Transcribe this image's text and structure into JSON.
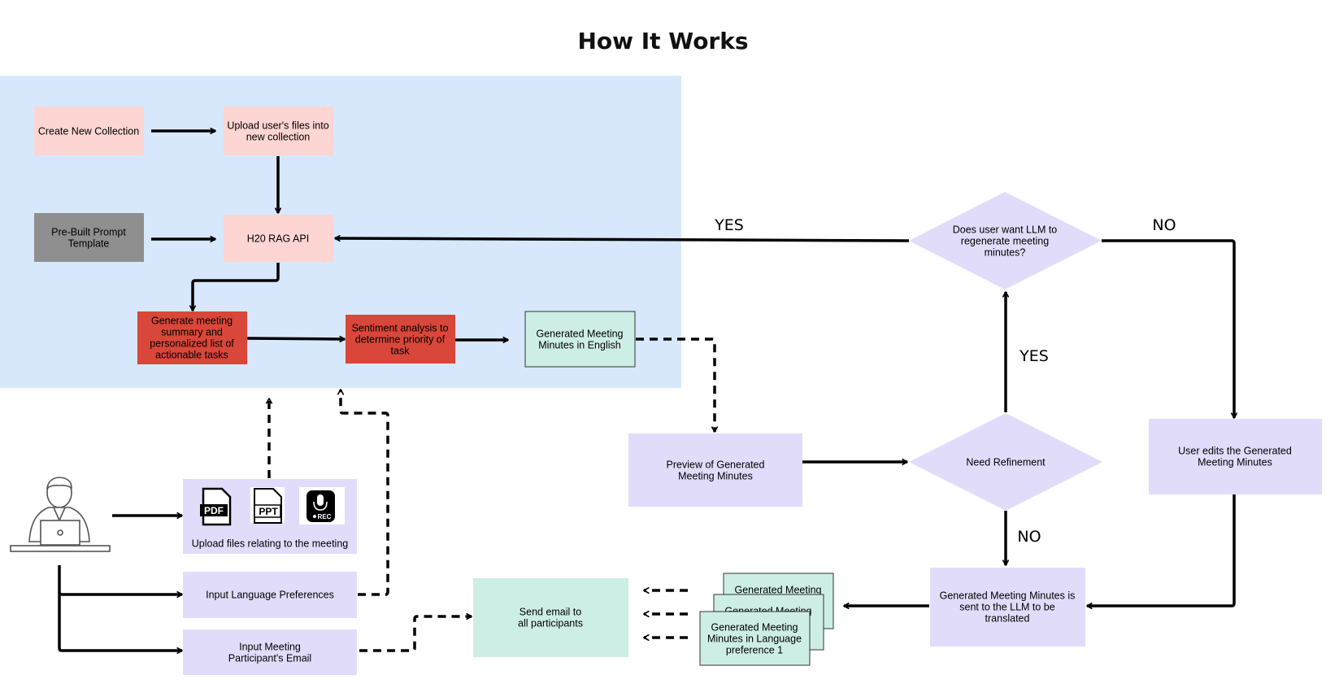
{
  "title": "How It Works",
  "colors": {
    "panel": "#d7e8fc",
    "pink": "#fdd5d2",
    "gray": "#8f8f8f",
    "red": "#d9463a",
    "mint": "#cdeee4",
    "lavender": "#e2dcfb",
    "edge": "#000000"
  },
  "nodes": {
    "create_collection": [
      "Create New Collection"
    ],
    "upload_files": [
      "Upload user's files into",
      "new collection"
    ],
    "prompt_template": [
      "Pre-Built Prompt",
      "Template"
    ],
    "rag_api": [
      "H20 RAG API"
    ],
    "generate_summary": [
      "Generate meeting",
      "summary and",
      "personalized list of",
      "actionable tasks"
    ],
    "sentiment": [
      "Sentiment analysis to",
      "determine priority of",
      "task"
    ],
    "minutes_english": [
      "Generated Meeting",
      "Minutes in English"
    ],
    "upload_meeting_files": [
      "Upload files relating to the meeting"
    ],
    "language_prefs": [
      "Input Language Preferences"
    ],
    "participant_email": [
      "Input Meeting",
      "Participant's Email"
    ],
    "preview": [
      "Preview of Generated",
      "Meeting Minutes"
    ],
    "need_refinement": [
      "Need Refinement"
    ],
    "regenerate_question": [
      "Does user want LLM to",
      "regenerate meeting",
      "minutes?"
    ],
    "user_edits": [
      "User edits the Generated",
      "Meeting Minutes"
    ],
    "sent_to_llm": [
      "Generated Meeting Minutes is",
      "sent to the LLM to be",
      "translated"
    ],
    "send_email": [
      "Send email to",
      "all participants"
    ],
    "stack_back": [
      "Generated Meeting"
    ],
    "stack_mid": [
      "Generated Meeting"
    ],
    "stack_front": [
      "Generated Meeting",
      "Minutes in Language",
      "preference 1"
    ]
  },
  "file_icons": [
    "PDF",
    "PPT",
    "REC"
  ],
  "edge_labels": {
    "yes_top": "YES",
    "no_top": "NO",
    "yes_mid": "YES",
    "no_mid": "NO"
  }
}
